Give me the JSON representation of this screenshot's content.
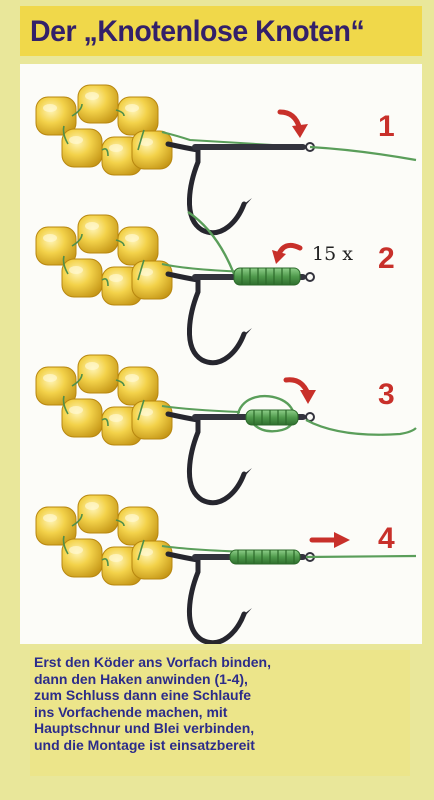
{
  "title": "Der „Knotenlose Knoten“",
  "steps": [
    {
      "number": "1"
    },
    {
      "number": "2",
      "wrap_count": "15 x"
    },
    {
      "number": "3"
    },
    {
      "number": "4"
    }
  ],
  "caption_lines": [
    "Erst den Köder ans Vorfach binden,",
    "dann den Haken anwinden (1-4),",
    "zum Schluss dann eine Schlaufe",
    "ins Vorfachende machen, mit",
    "Hauptschnur und Blei verbinden,",
    "und die Montage ist einsatzbereit"
  ],
  "colors": {
    "background": "#e9e79a",
    "title_bar": "#f0d84a",
    "title_text": "#33206a",
    "panel": "#fcfcf8",
    "bait": "#f0cc3a",
    "line": "#5a9e5a",
    "hook": "#2a2a3a",
    "arrow": "#c8302a",
    "caption_text": "#2c2c8a"
  }
}
